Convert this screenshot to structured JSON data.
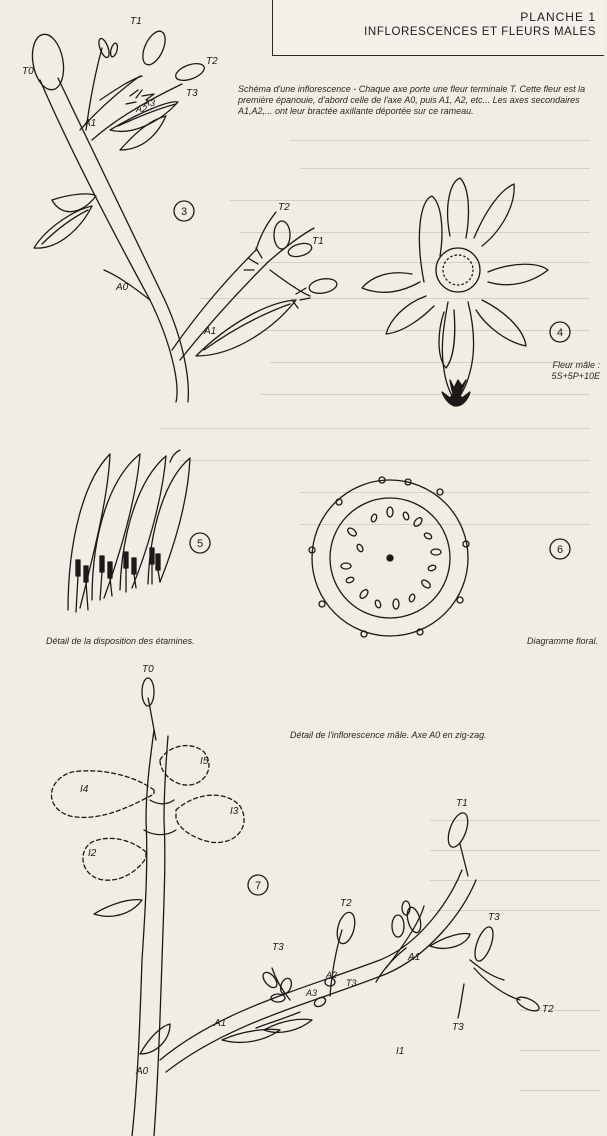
{
  "header": {
    "title": "PLANCHE 1",
    "subtitle": "INFLORESCENCES ET FLEURS MALES"
  },
  "captions": {
    "fig3": "Schéma d'une inflorescence - Chaque axe porte une fleur terminale T. Cette fleur est la première épanouie, d'abord celle de l'axe A0, puis A1, A2, etc... Les axes secondaires A1,A2,... ont leur bractée axillante déportée sur ce rameau.",
    "fig4_line1": "Fleur mâle :",
    "fig4_line2": "5S+5P+10E",
    "fig5": "Détail de la disposition des étamines.",
    "fig6": "Diagramme floral.",
    "fig7": "Détail de l'inflorescence mâle. Axe A0 en zig-zag."
  },
  "figure_numbers": {
    "fig3": "3",
    "fig4": "4",
    "fig5": "5",
    "fig6": "6",
    "fig7": "7"
  },
  "labels": {
    "t0": "T0",
    "t1": "T1",
    "t2": "T2",
    "t3": "T3",
    "a0": "A0",
    "a1": "A1",
    "a2": "A2",
    "a3": "A3",
    "i1": "I1",
    "i2": "I2",
    "i3": "I3",
    "i4": "I4",
    "i5": "I5"
  }
}
